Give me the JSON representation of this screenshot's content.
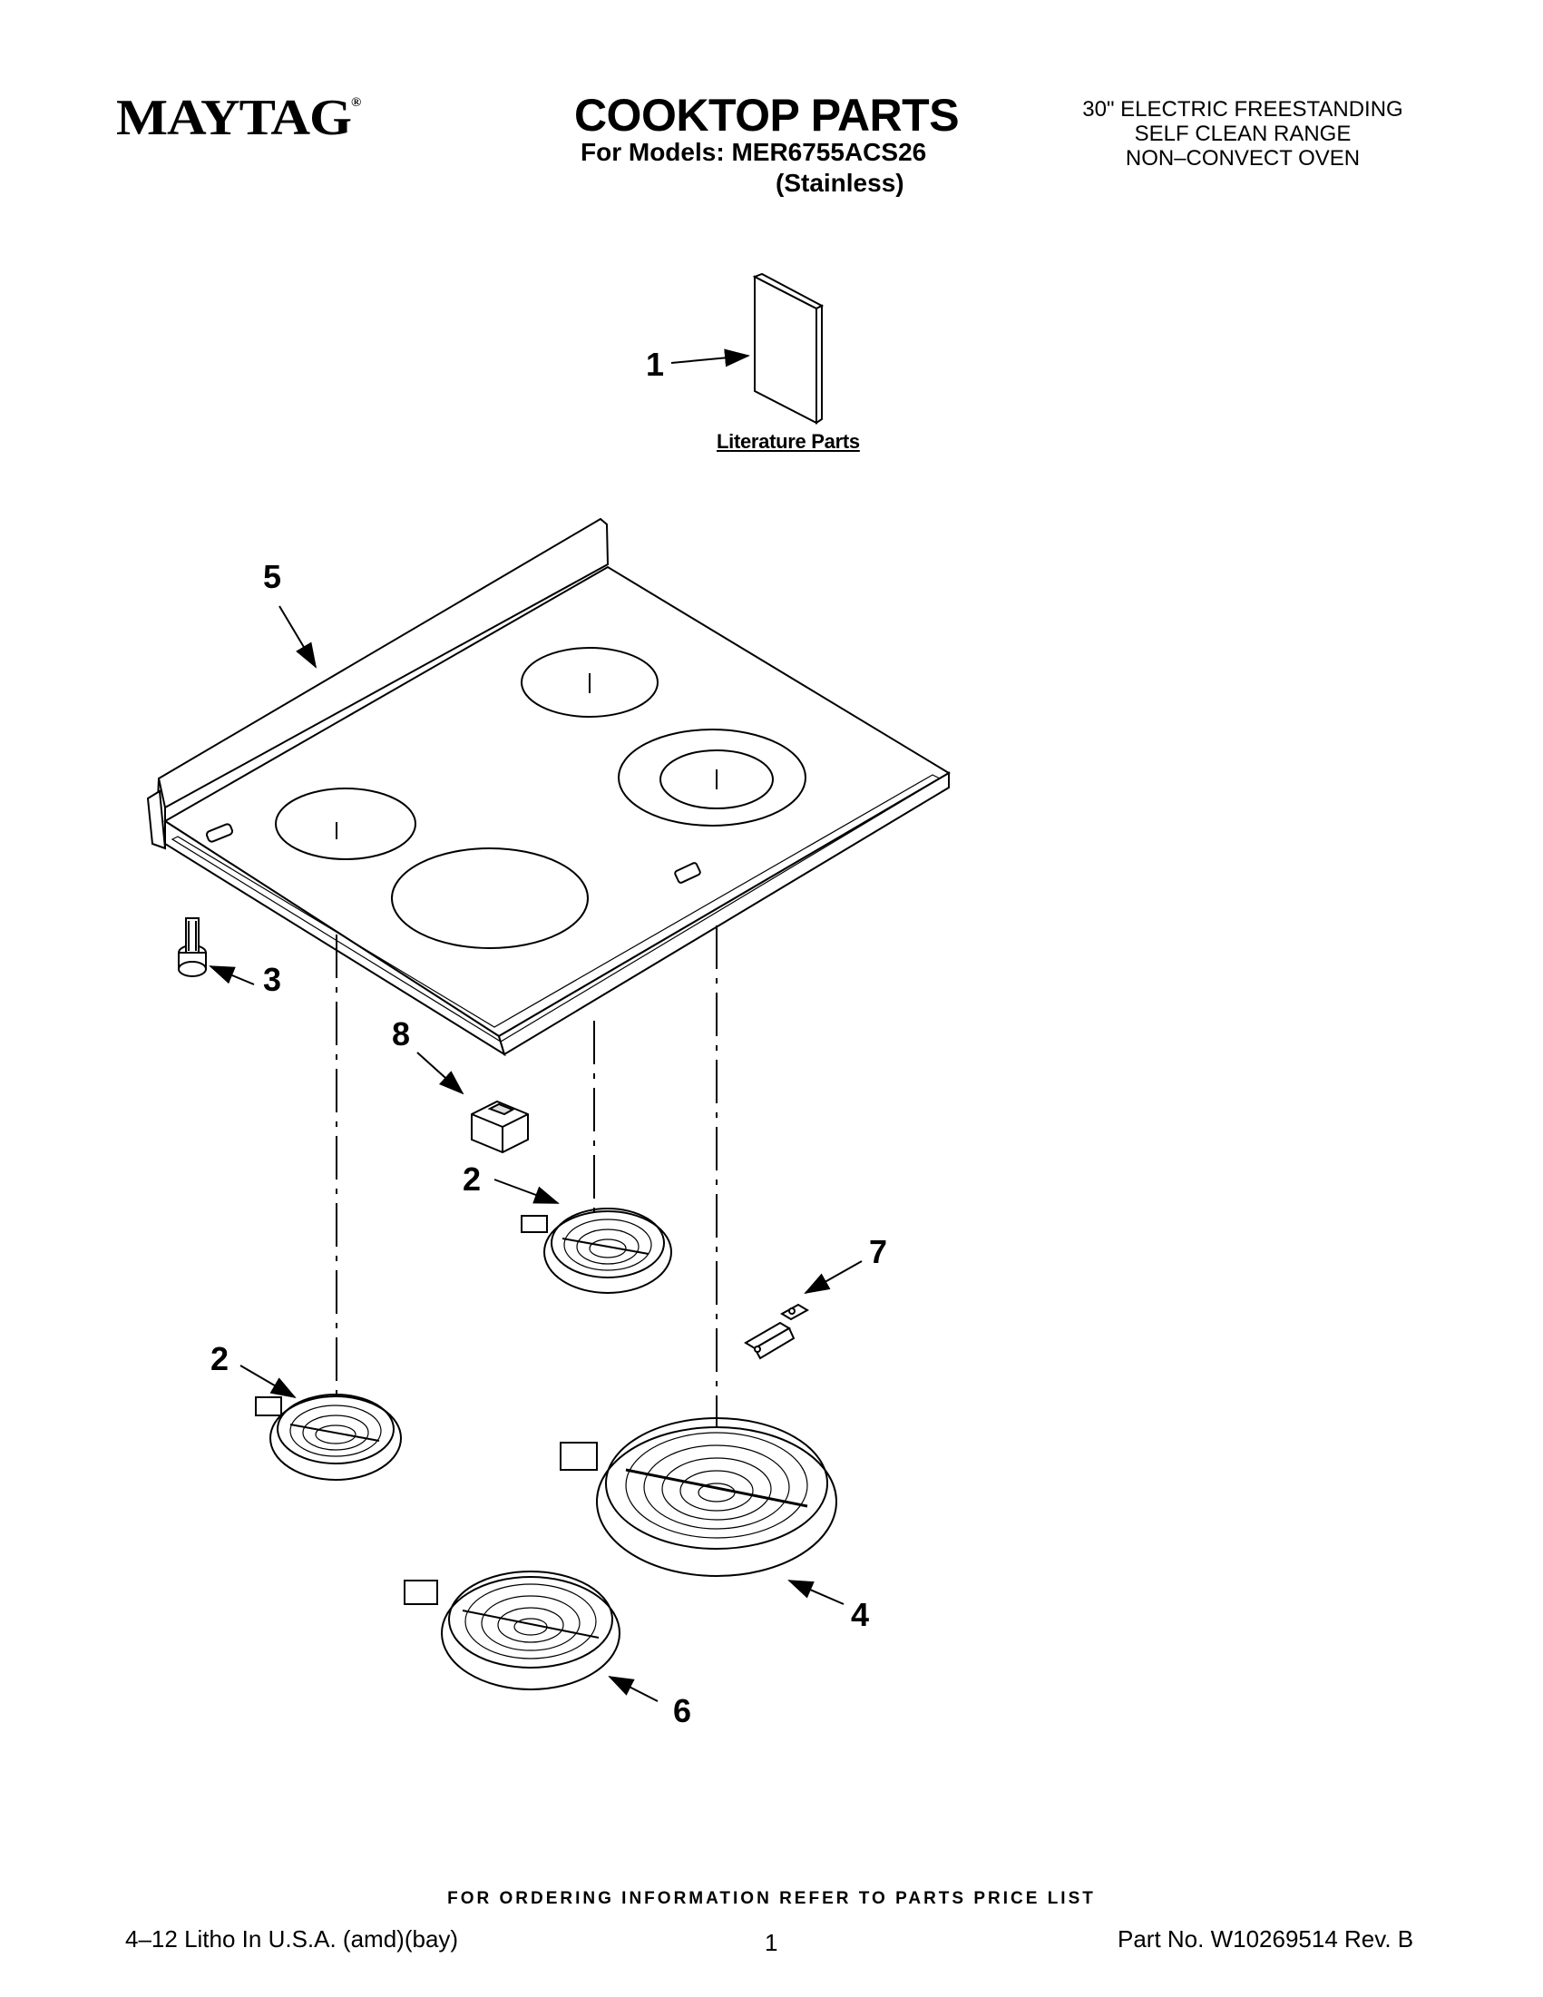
{
  "header": {
    "brand": "MAYTAG",
    "title": "COOKTOP PARTS",
    "models_line": "For Models: MER6755ACS26",
    "finish": "(Stainless)",
    "description": [
      "30\" ELECTRIC FREESTANDING",
      "SELF CLEAN RANGE",
      "NON–CONVECT OVEN"
    ]
  },
  "diagram": {
    "literature_label": "Literature Parts",
    "callouts": {
      "c1": "1",
      "c2a": "2",
      "c2b": "2",
      "c3": "3",
      "c4": "4",
      "c5": "5",
      "c6": "6",
      "c7": "7",
      "c8": "8"
    }
  },
  "footer": {
    "ordering_note": "FOR ORDERING INFORMATION REFER TO PARTS PRICE LIST",
    "litho": "4–12 Litho In U.S.A. (amd)(bay)",
    "page": "1",
    "part_no": "Part No. W10269514 Rev. B"
  }
}
